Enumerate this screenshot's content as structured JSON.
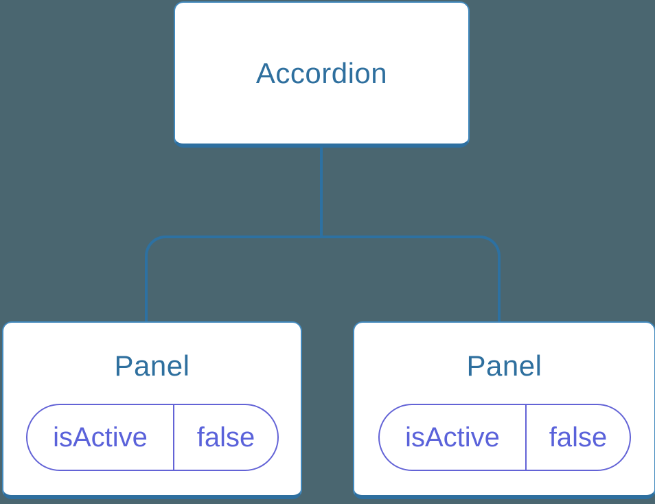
{
  "diagram": {
    "type": "component-tree",
    "colors": {
      "background": "#4a6670",
      "node_fill": "#ffffff",
      "node_border": "#4289bd",
      "node_border_bottom": "#2e6f9f",
      "node_label_text": "#2e6f9e",
      "connector": "#2d71a2",
      "state_border": "#6363d6",
      "state_text": "#5a62da"
    },
    "root": {
      "label": "Accordion"
    },
    "children": [
      {
        "label": "Panel",
        "state": {
          "key": "isActive",
          "value": "false"
        }
      },
      {
        "label": "Panel",
        "state": {
          "key": "isActive",
          "value": "false"
        }
      }
    ]
  }
}
